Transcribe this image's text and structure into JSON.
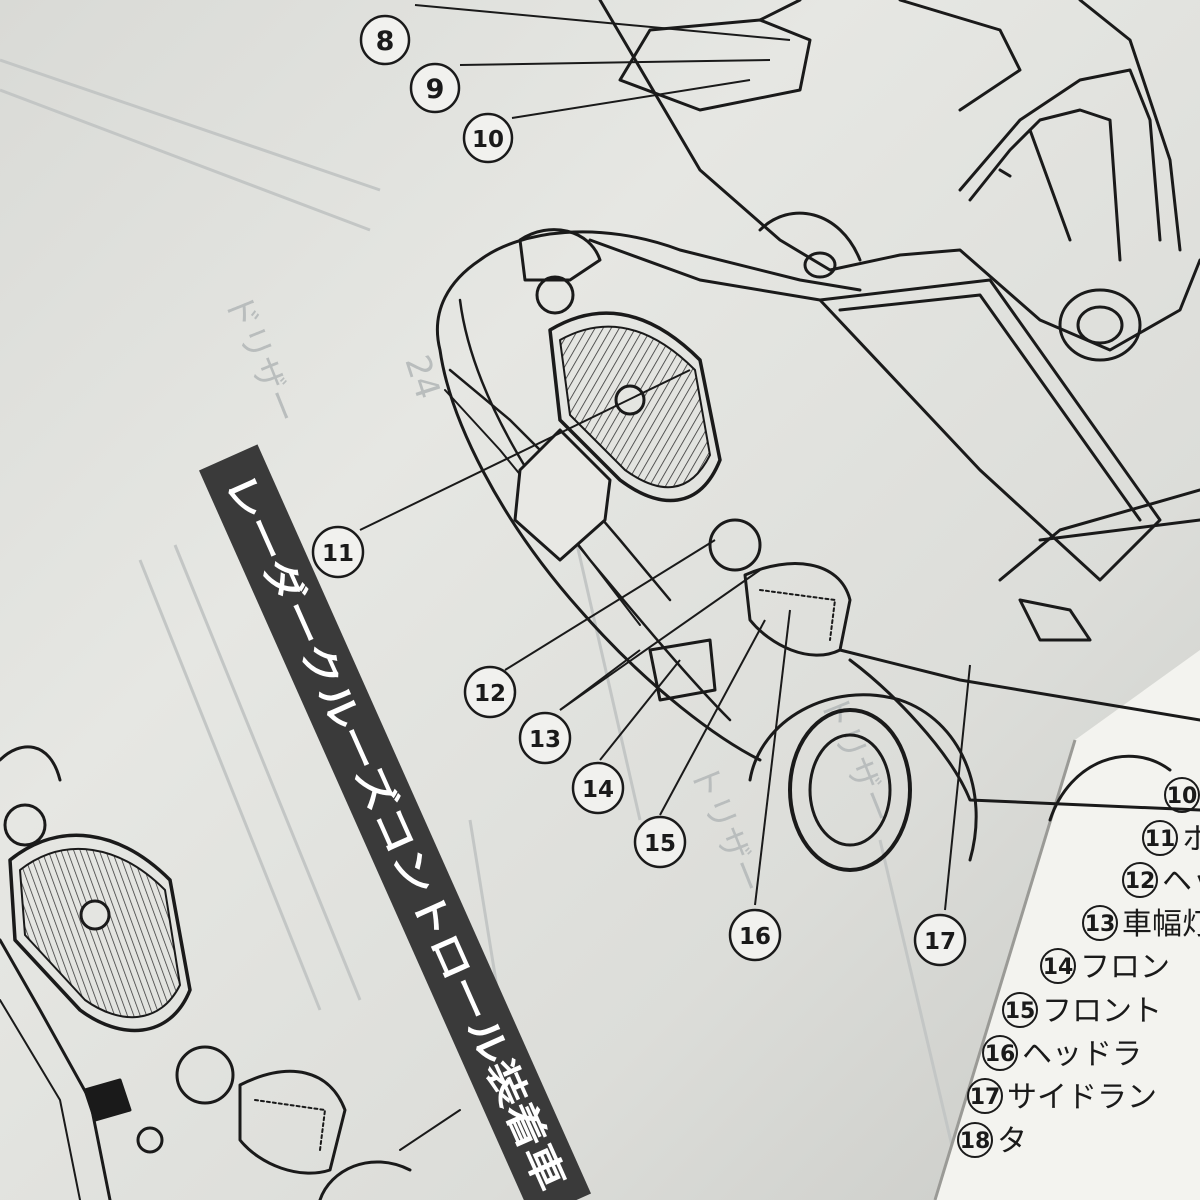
{
  "banner": {
    "label": "レーダークルーズコントロール装着車"
  },
  "callouts": [
    {
      "number": "8"
    },
    {
      "number": "9"
    },
    {
      "number": "10"
    },
    {
      "number": "11"
    },
    {
      "number": "12"
    },
    {
      "number": "13"
    },
    {
      "number": "14"
    },
    {
      "number": "15"
    },
    {
      "number": "16"
    },
    {
      "number": "17"
    }
  ],
  "legend": {
    "items": [
      {
        "number": "10",
        "text": ""
      },
      {
        "number": "11",
        "text": "ホ"
      },
      {
        "number": "12",
        "text": "ヘッ"
      },
      {
        "number": "13",
        "text": "車幅灯"
      },
      {
        "number": "14",
        "text": "フロン"
      },
      {
        "number": "15",
        "text": "フロント"
      },
      {
        "number": "16",
        "text": "ヘッドラ"
      },
      {
        "number": "17",
        "text": "サイドラン"
      },
      {
        "number": "18",
        "text": "タ"
      }
    ]
  },
  "ghost_text": {
    "page_number": "24",
    "lines": [
      "ドリザー",
      "トリザー",
      "トリザー"
    ]
  },
  "colors": {
    "ink": "#1a1a1a",
    "paper": "#e4e5e1",
    "banner": "#3a3a3a",
    "ghost": "#b9bdbd"
  }
}
